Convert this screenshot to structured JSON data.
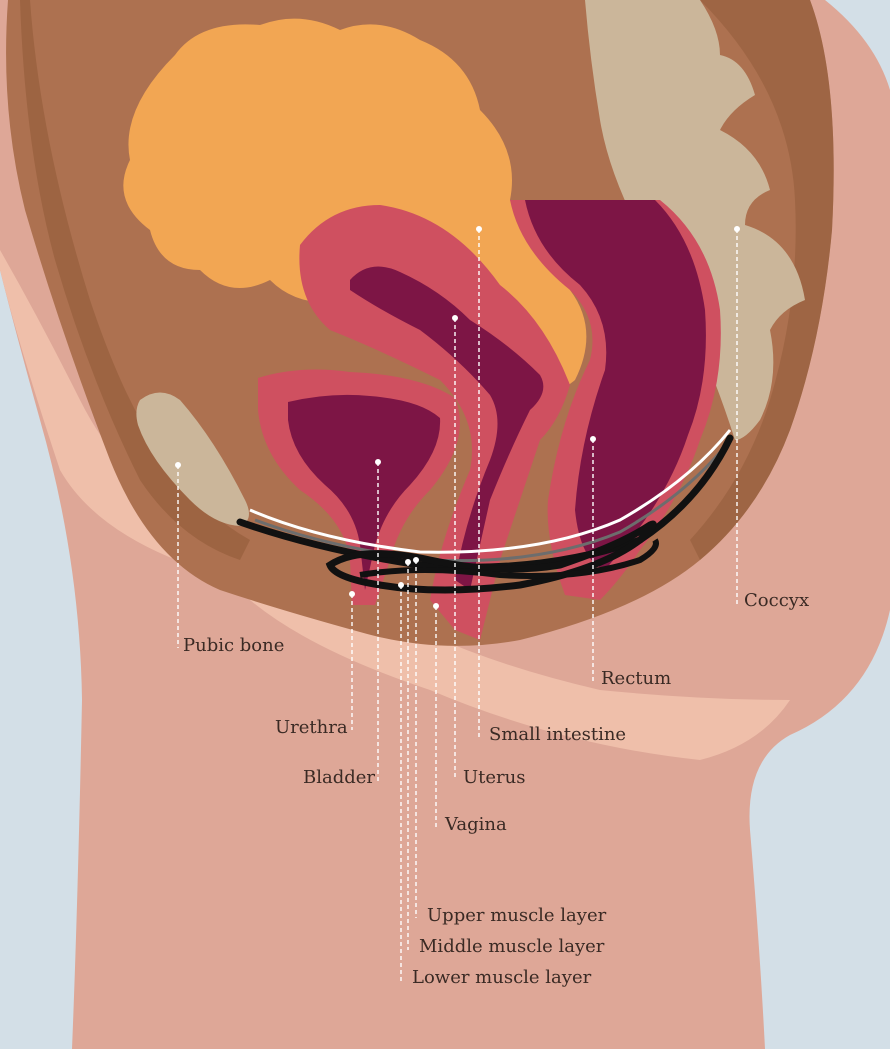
{
  "diagram": {
    "labels": {
      "pubic_bone": "Pubic bone",
      "urethra": "Urethra",
      "bladder": "Bladder",
      "small_intestine": "Small intestine",
      "uterus": "Uterus",
      "vagina": "Vagina",
      "rectum": "Rectum",
      "coccyx": "Coccyx",
      "upper_muscle_layer": "Upper muscle layer",
      "middle_muscle_layer": "Middle muscle layer",
      "lower_muscle_layer": "Lower muscle layer"
    },
    "colors": {
      "background": "#d3dfe7",
      "skin": "#dea797",
      "skin_light": "#efbfaa",
      "tissue": "#ad7150",
      "tissue_dark": "#8f5a37",
      "intestine": "#f2a653",
      "bone": "#cbb69a",
      "organ_wall": "#cf5060",
      "organ_inner": "#7d1545",
      "muscle": "#111111"
    }
  }
}
